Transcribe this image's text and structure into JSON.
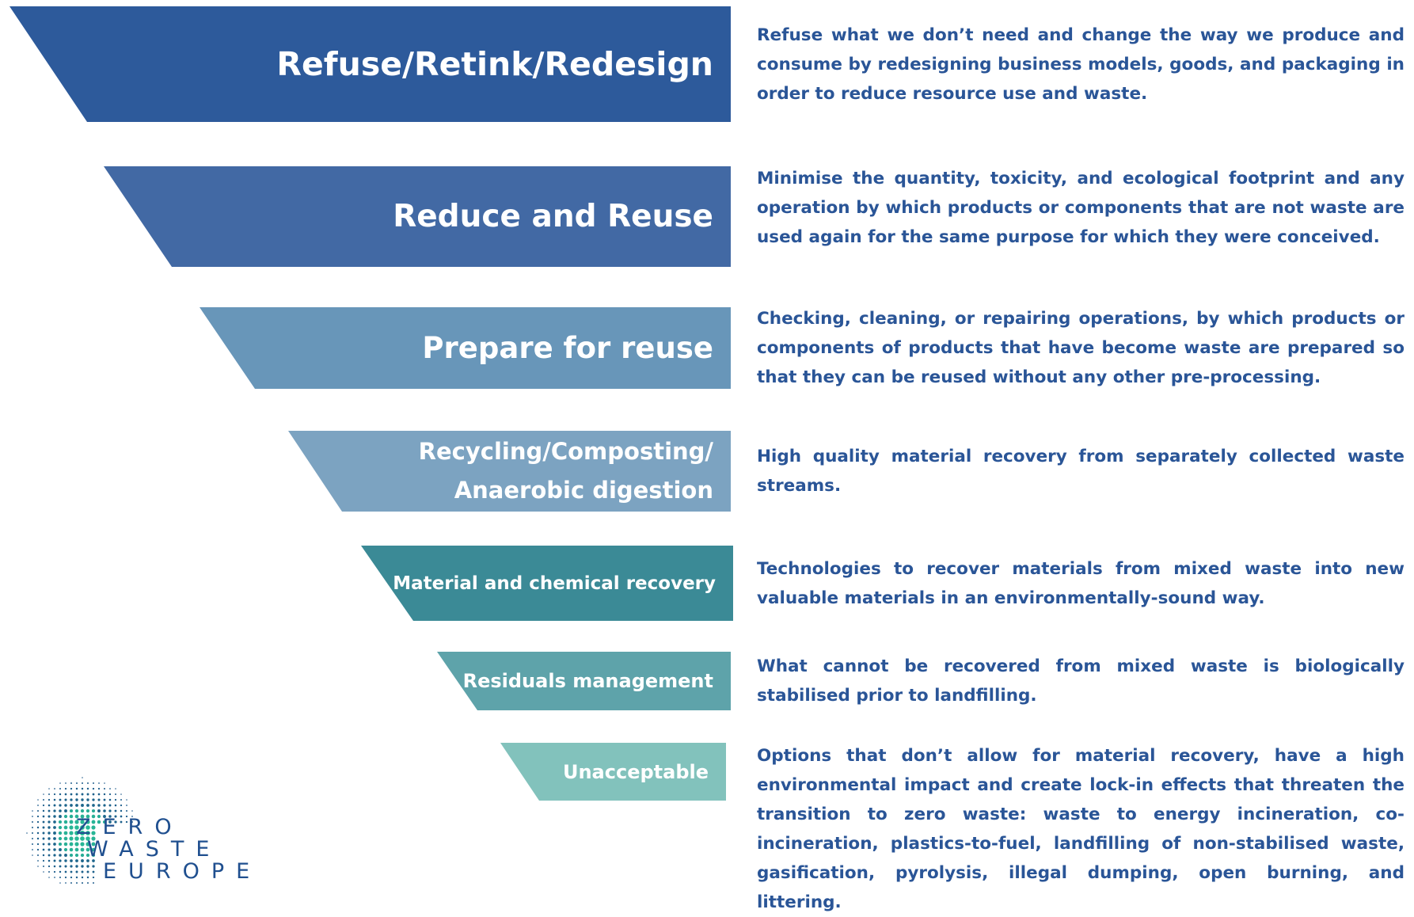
{
  "tiers": [
    {
      "label": "Refuse/Retink/Redesign",
      "color": "#2d5a9b",
      "description": "Refuse what we don’t need and change the way we produce and consume by redesigning business models, goods, and packaging in order to reduce resource use and waste."
    },
    {
      "label": "Reduce and Reuse",
      "color": "#4269a4",
      "description": "Minimise the quantity, toxicity, and ecological footprint and any operation by which products or components that are not waste are used again for the same purpose for which they were conceived."
    },
    {
      "label": "Prepare for reuse",
      "color": "#6896b9",
      "description": "Checking, cleaning, or repairing operations, by which products or components of products that have become waste are prepared so that they can be reused without any other pre-processing."
    },
    {
      "label_line1": "Recycling/Composting/",
      "label_line2": "Anaerobic digestion",
      "color": "#7ca3c1",
      "description": "High quality material recovery from separately collected waste streams."
    },
    {
      "label": "Material and chemical recovery",
      "color": "#3b8a96",
      "description": "Technologies to recover materials from mixed waste into new valuable materials in an environmentally-sound way."
    },
    {
      "label": "Residuals management",
      "color": "#5ea3aa",
      "description": "What cannot be recovered from mixed waste is biologically stabilised prior to landfilling."
    },
    {
      "label": "Unacceptable",
      "color": "#82c2bc",
      "description": "Options that don’t allow for material recovery, have a high environmental impact and create lock-in effects that threaten the transition to zero waste: waste to energy incineration, co-incineration, plastics-to-fuel, landfilling of non-stabilised waste, gasification, pyrolysis, illegal dumping, open burning, and littering."
    }
  ],
  "logo": {
    "line1": "ZERO",
    "line2": "WASTE",
    "line3": "EUROPE",
    "color": "#1f4f8f"
  }
}
